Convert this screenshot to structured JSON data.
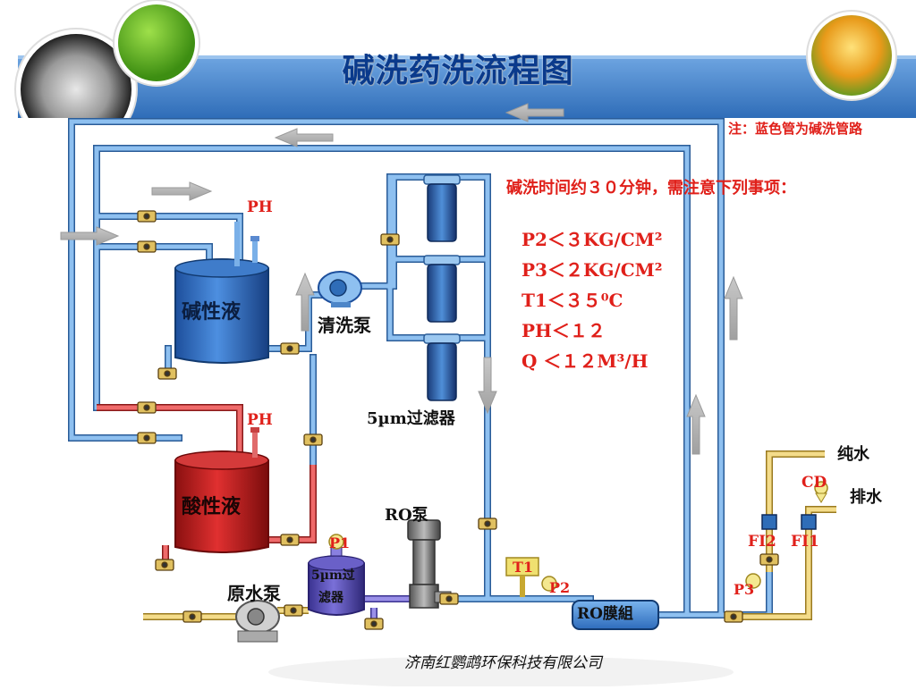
{
  "title": "碱洗药洗流程图",
  "note": "注：蓝色管为碱洗管路",
  "instruction": "碱洗时间约３０分钟，需注意下列事项：",
  "params": [
    "P2＜３KG/CM²",
    "P3＜２KG/CM²",
    "T1＜３５⁰C",
    "PH＜１２",
    "Q ＜１２M³/H"
  ],
  "tanks": {
    "alkali": "碱性液",
    "acid": "酸性液"
  },
  "labels": {
    "ph_top": "PH",
    "ph_bottom": "PH",
    "cleaning_pump": "清洗泵",
    "filter_5um": "5µm过滤器",
    "ro_pump": "RO泵",
    "raw_pump": "原水泵",
    "prefilter_line1": "5µm过",
    "prefilter_line2": "滤器",
    "p1": "P1",
    "t1": "T1",
    "p2": "P2",
    "p3": "P3",
    "ro_module": "RO膜組",
    "fi2": "FI2",
    "fi1": "FI1",
    "cd": "CD",
    "pure_water": "纯水",
    "drain": "排水"
  },
  "footer": "济南红鹦鹉环保科技有限公司",
  "colors": {
    "title": "#0a3a8c",
    "band": "#4a86cc",
    "blue_pipe": "#5a9ad8",
    "red_pipe": "#d83a3a",
    "yellow_pipe": "#e8c860",
    "purple_pipe": "#7a70c8",
    "alert_text": "#e0201a"
  }
}
